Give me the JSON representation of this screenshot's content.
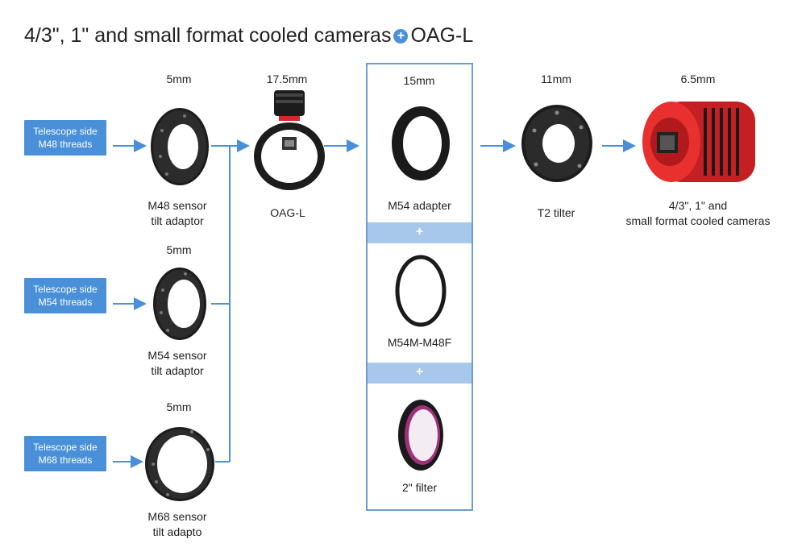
{
  "title": {
    "text_before": "4/3\", 1\" and small format cooled cameras",
    "plus_icon": "+",
    "text_after": "OAG-L"
  },
  "inputs": [
    {
      "line1": "Telescope side",
      "line2": "M48 threads"
    },
    {
      "line1": "Telescope side",
      "line2": "M54 threads"
    },
    {
      "line1": "Telescope side",
      "line2": "M68 threads"
    }
  ],
  "tilt_adaptors": [
    {
      "dim": "5mm",
      "line1": "M48 sensor",
      "line2": "tilt adaptor"
    },
    {
      "dim": "5mm",
      "line1": "M54 sensor",
      "line2": "tilt adaptor"
    },
    {
      "dim": "5mm",
      "line1": "M68 sensor",
      "line2": "tilt adapto"
    }
  ],
  "oag": {
    "dim": "17.5mm",
    "label": "OAG-L"
  },
  "stack": {
    "dim": "15mm",
    "items": [
      "M54 adapter",
      "M54M-M48F",
      "2\" filter"
    ],
    "plus": "+"
  },
  "tilter": {
    "dim": "11mm",
    "label": "T2 tilter"
  },
  "camera": {
    "dim": "6.5mm",
    "line1": "4/3\", 1\" and",
    "line2": "small format cooled cameras"
  },
  "colors": {
    "accent": "#4a90d9",
    "band": "#a7c8ea",
    "camera_red": "#d8282a"
  }
}
